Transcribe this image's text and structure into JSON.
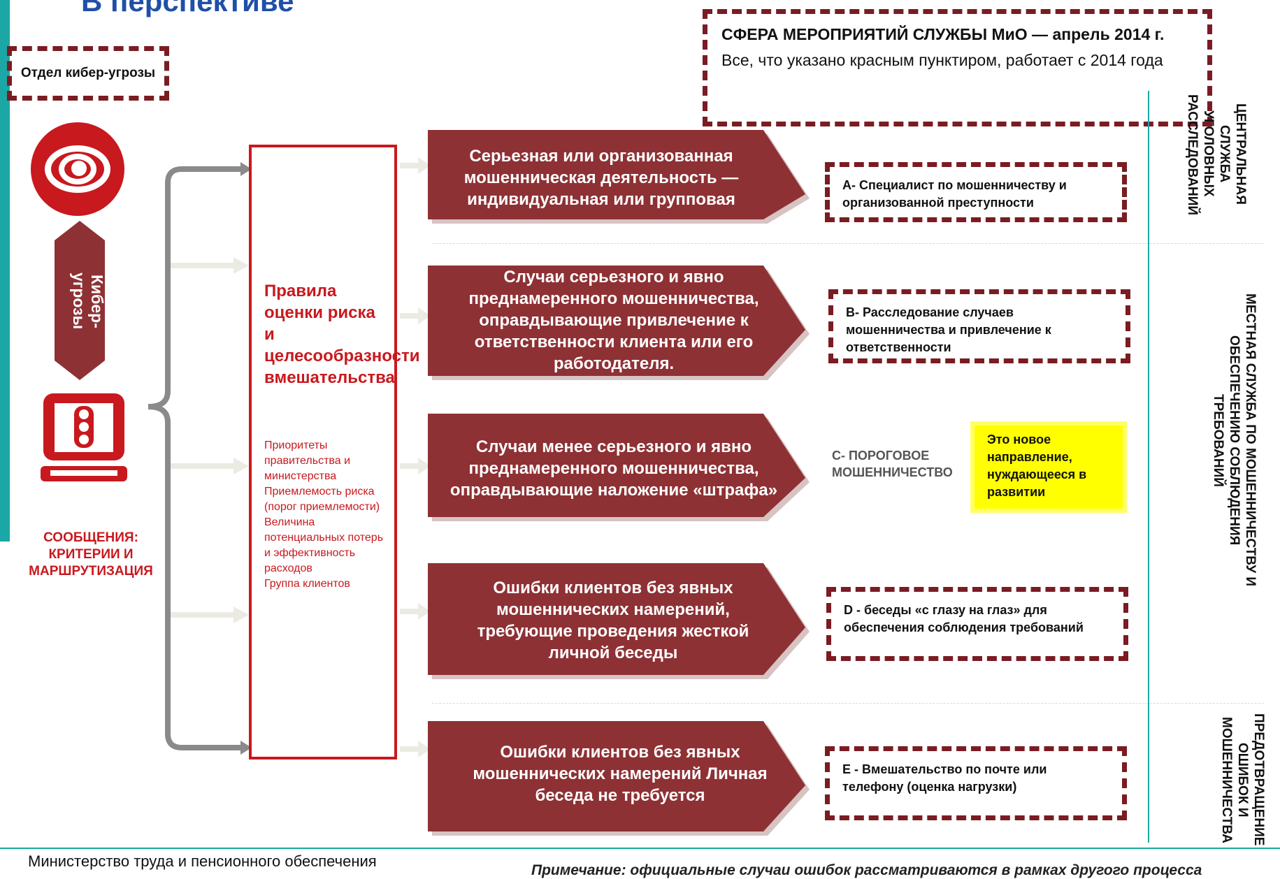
{
  "title": "В перспективе",
  "cyber_dept": "Отдел кибер-угрозы",
  "cyber_threats": "Кибер-угрозы",
  "messages_label": "СООБЩЕНИЯ: КРИТЕРИИ И МАРШРУТИЗАЦИЯ",
  "scope_box": {
    "heading": "СФЕРА МЕРОПРИЯТИЙ СЛУЖБЫ МиО — апрель 2014 г.",
    "subtext": "Все, что указано красным пунктиром, работает с 2014 года"
  },
  "rules": {
    "title": "Правила оценки риска и целесообразности вмешательства",
    "items": [
      "Приоритеты правительства и министерства",
      "Приемлемость риска (порог приемлемости)",
      "Величина потенциальных потерь и эффективность расходов",
      "Группа клиентов"
    ]
  },
  "categories": [
    "Серьезная или организованная мошенническая деятельность — индивидуальная или групповая",
    "Случаи серьезного и явно преднамеренного мошенничества, оправдывающие привлечение к ответственности клиента или его работодателя.",
    "Случаи менее серьезного и явно преднамеренного мошенничества, оправдывающие наложение «штрафа»",
    "Ошибки клиентов без явных мошеннических намерений, требующие проведения жесткой личной беседы",
    "Ошибки клиентов без явных мошеннических намерений Личная беседа не требуется"
  ],
  "responses": {
    "a": "A- Специалист по мошенничеству и организованной преступности",
    "b": "B- Расследование случаев мошенничества и привлечение к ответственности",
    "c": "C- ПОРОГОВОЕ МОШЕННИЧЕСТВО",
    "d": "D - беседы «с глазу на глаз» для обеспечения соблюдения требований",
    "e": "E - Вмешательство по почте или телефону (оценка нагрузки)"
  },
  "new_direction_note": "Это новое направление, нуждающееся в развитии",
  "side_labels": {
    "central": "ЦЕНТРАЛЬНАЯ СЛУЖБА УГОЛОВНЫХ РАССЛЕДОВАНИЙ",
    "local": "МЕСТНАЯ СЛУЖБА ПО МОШЕННИЧЕСТВУ И ОБЕСПЕЧЕНИЮ СОБЛЮДЕНИЯ ТРЕБОВАНИЙ",
    "prevention": "ПРЕДОТВРАЩЕНИЕ ОШИБОК И МОШЕННИЧЕСТВА"
  },
  "footer": {
    "ministry": "Министерство труда и пенсионного обеспечения",
    "footnote": "Примечание: официальные случаи ошибок рассматриваются в рамках другого процесса"
  },
  "colors": {
    "accent_red": "#c8191e",
    "dark_red": "#8e3134",
    "dashed_border": "#7a1c22",
    "teal": "#1ba7a5",
    "highlight": "#ffff00",
    "title_blue": "#1f4fa8"
  },
  "icons": [
    "eye-icon",
    "traffic-light-computer-icon",
    "down-arrow-icon"
  ]
}
